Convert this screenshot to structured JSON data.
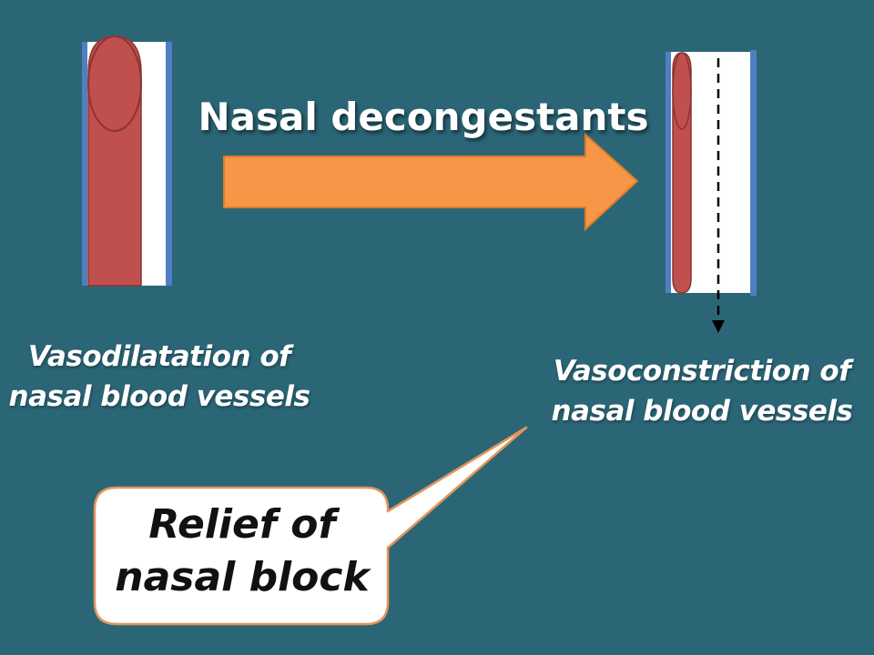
{
  "title": "Nasal decongestants",
  "left_label": {
    "line1": "Vasodilatation of",
    "line2": "nasal blood vessels"
  },
  "right_label": {
    "line1": "Vasoconstriction of",
    "line2": "nasal blood vessels"
  },
  "callout": {
    "line1": "Relief of",
    "line2": "nasal block"
  },
  "colors": {
    "background": "#2b6677",
    "vessel_wall": "#4f7fc2",
    "vessel_lumen": "#ffffff",
    "blood": "#c0504d",
    "arrow": "#f79646",
    "callout_border": "#e3955a"
  }
}
